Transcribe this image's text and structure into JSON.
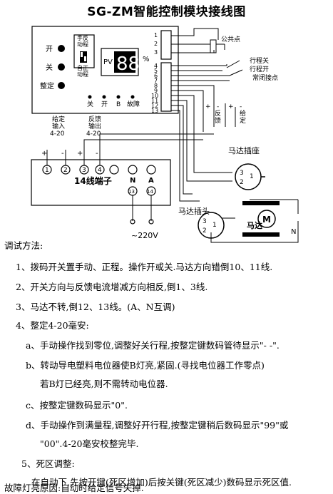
{
  "title": "SG-ZM智能控制模块接线图",
  "diagram": {
    "switch_label_top": "手反\n动程\n/\n自正\n动程",
    "btn_left_top": "开",
    "btn_left_mid": "关",
    "btn_left_bottom": "整定",
    "pv": "PV",
    "digits": "88",
    "percent": "%",
    "led_labels": [
      "关",
      "开",
      "B",
      "故障"
    ],
    "term_labels": [
      "1",
      "2",
      "3",
      "4",
      "5",
      "6",
      "7",
      "8",
      "9",
      "10",
      "11",
      "12",
      "13"
    ],
    "common_point": "公共点",
    "travel_close": "行程关",
    "travel_open": "行程开",
    "normally_closed": "常闭接点",
    "given_input": "给定\n输入\n4-20",
    "feedback_output": "反馈\n输出\n4-20",
    "feedback": "反馈",
    "given": "给定",
    "plus": "+",
    "minus": "-",
    "terminal_block": "14线端子",
    "terminal_numbers": [
      "1",
      "2",
      "3",
      "4",
      "13",
      "14"
    ],
    "n": "N",
    "a": "A",
    "voltage": "~220V",
    "motor_socket": "马达插座",
    "motor_plug": "马达插头",
    "motor": "马达",
    "motor_symbol": "M",
    "socket_pins": [
      "1",
      "2",
      "3"
    ]
  },
  "instructions": {
    "heading": "调试方法:",
    "s1": "1、拨码开关置手动、正程。操作开或关.马达方向错倒10、11线.",
    "s2": "2、开关方向与反馈电流增减方向相反,倒1、3线.",
    "s3": "3、马达不转,倒12、13线。(A、N互调)",
    "s4": "4、整定4-20毫安:",
    "a": "a、手动操作找到零位,调整好关行程,按整定键数码管待显示\"- -\".",
    "b1": "b、转动导电塑料电位器使B灯亮,紧固.(寻找电位器工作零点)",
    "b2": "若B灯已经亮,则不需转动电位器.",
    "c": "c、按整定键数码显示\"0\".",
    "d1": "d、手动操作到满量程,调整好开行程,按整定键稍后数码显示\"99\"或",
    "d2": "\"00\".4-20毫安校整完毕.",
    "s5": "5、死区调整:",
    "s5b": "在自动下,先按开键(死区增加)后按关键(死区减少)数码显示死区值.",
    "fault": "故障灯亮原因:自动时给定信号失掉."
  }
}
